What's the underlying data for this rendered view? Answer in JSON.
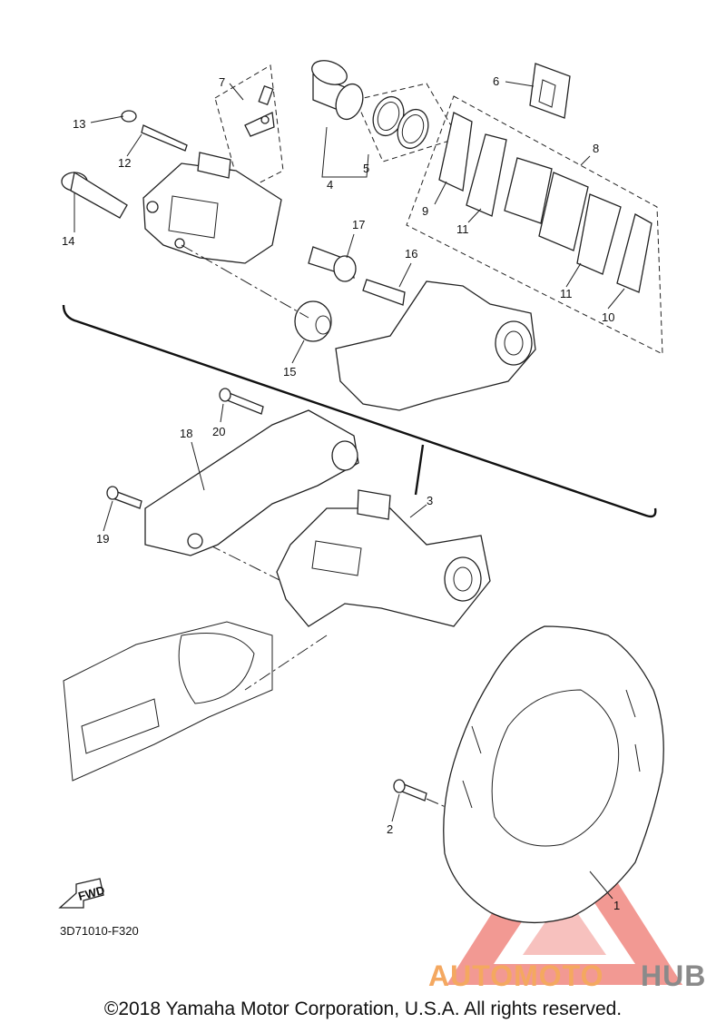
{
  "diagram": {
    "part_numbers": [
      "1",
      "2",
      "3",
      "4",
      "5",
      "6",
      "7",
      "8",
      "9",
      "10",
      "11",
      "11",
      "12",
      "13",
      "14",
      "15",
      "16",
      "17",
      "18",
      "19",
      "20"
    ],
    "drawing_code": "3D71010-F320",
    "fwd_label": "FWD",
    "copyright": "©2018 Yamaha Motor Corporation, U.S.A. All rights reserved.",
    "watermark": {
      "text_orange": "AUTOMOTO",
      "text_gray": "HUB",
      "color_orange": "#f4a860",
      "color_gray": "#8a8a8a",
      "logo_color": "#e8463c"
    }
  }
}
